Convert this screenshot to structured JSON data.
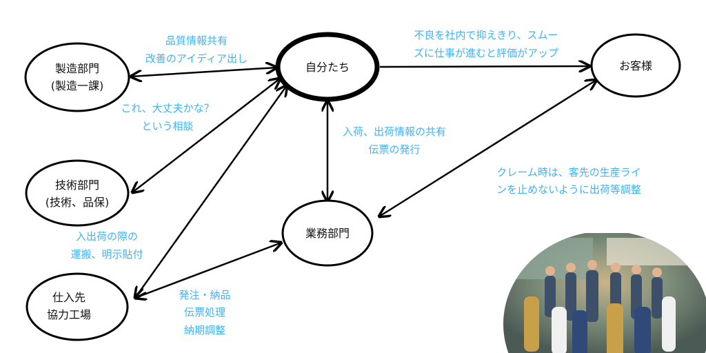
{
  "colors": {
    "edge_label": "#3fb2f5",
    "node_stroke": "#000000"
  },
  "nodes": {
    "manufacturing": [
      "製造部門",
      "(製造一課)"
    ],
    "us": "自分たち",
    "customer": "お客様",
    "engineering": [
      "技術部門",
      "(技術、品保)"
    ],
    "operations": "業務部門",
    "supplier": [
      "仕入先",
      "協力工場"
    ]
  },
  "edge_labels": {
    "manufacturing_us": [
      "品質情報共有",
      "改善のアイディア出し"
    ],
    "us_customer": [
      "不良を社内で抑えきり、スムー",
      "ズに仕事が進むと評価がアップ"
    ],
    "engineering_us": [
      "これ、大丈夫かな？",
      "という相談"
    ],
    "us_operations": [
      "入荷、出荷情報の共有",
      "伝票の発行"
    ],
    "customer_operations": [
      "クレーム時は、客先の生産ライ",
      "ンを止めないように出荷等調整"
    ],
    "supplier_us": [
      "入出荷の際の",
      "運搬、明示貼付"
    ],
    "supplier_operations": [
      "発注・納品",
      "伝票処理",
      "納期調整"
    ]
  }
}
